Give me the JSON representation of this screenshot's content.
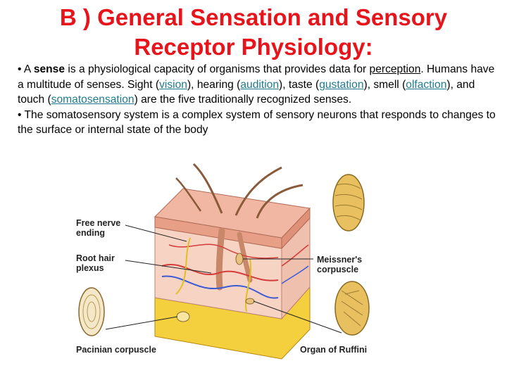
{
  "title": {
    "line1": "B ) General Sensation and Sensory",
    "line2": "Receptor Physiology:"
  },
  "paragraph1": {
    "bullet": "• A ",
    "sense_word": "sense",
    "text_a": " is a physiological capacity of organisms that provides data for ",
    "perception": "perception",
    "text_b": ". Humans have a multitude of senses. Sight (",
    "vision": "vision",
    "text_c": "), hearing (",
    "audition": "audition",
    "text_d": "), taste (",
    "gustation": "gustation",
    "text_e": "), smell (",
    "olfaction": "olfaction",
    "text_f": "), and touch (",
    "somatosensation": "somatosensation",
    "text_g": ") are the five traditionally recognized senses."
  },
  "paragraph2": "• The somatosensory system is a complex system of sensory neurons that responds to changes to the surface or internal state of the body",
  "figure_labels": {
    "free_nerve": "Free nerve\nending",
    "root_hair": "Root hair\nplexus",
    "meissner": "Meissner's\ncorpuscle",
    "pacinian": "Pacinian corpuscle",
    "ruffini": "Organ of Ruffini"
  },
  "colors": {
    "title": "#e8141c",
    "link": "#1f7a8c",
    "epidermis": "#f2b7a3",
    "dermis": "#f7d3c4",
    "fat": "#f4d03f"
  }
}
